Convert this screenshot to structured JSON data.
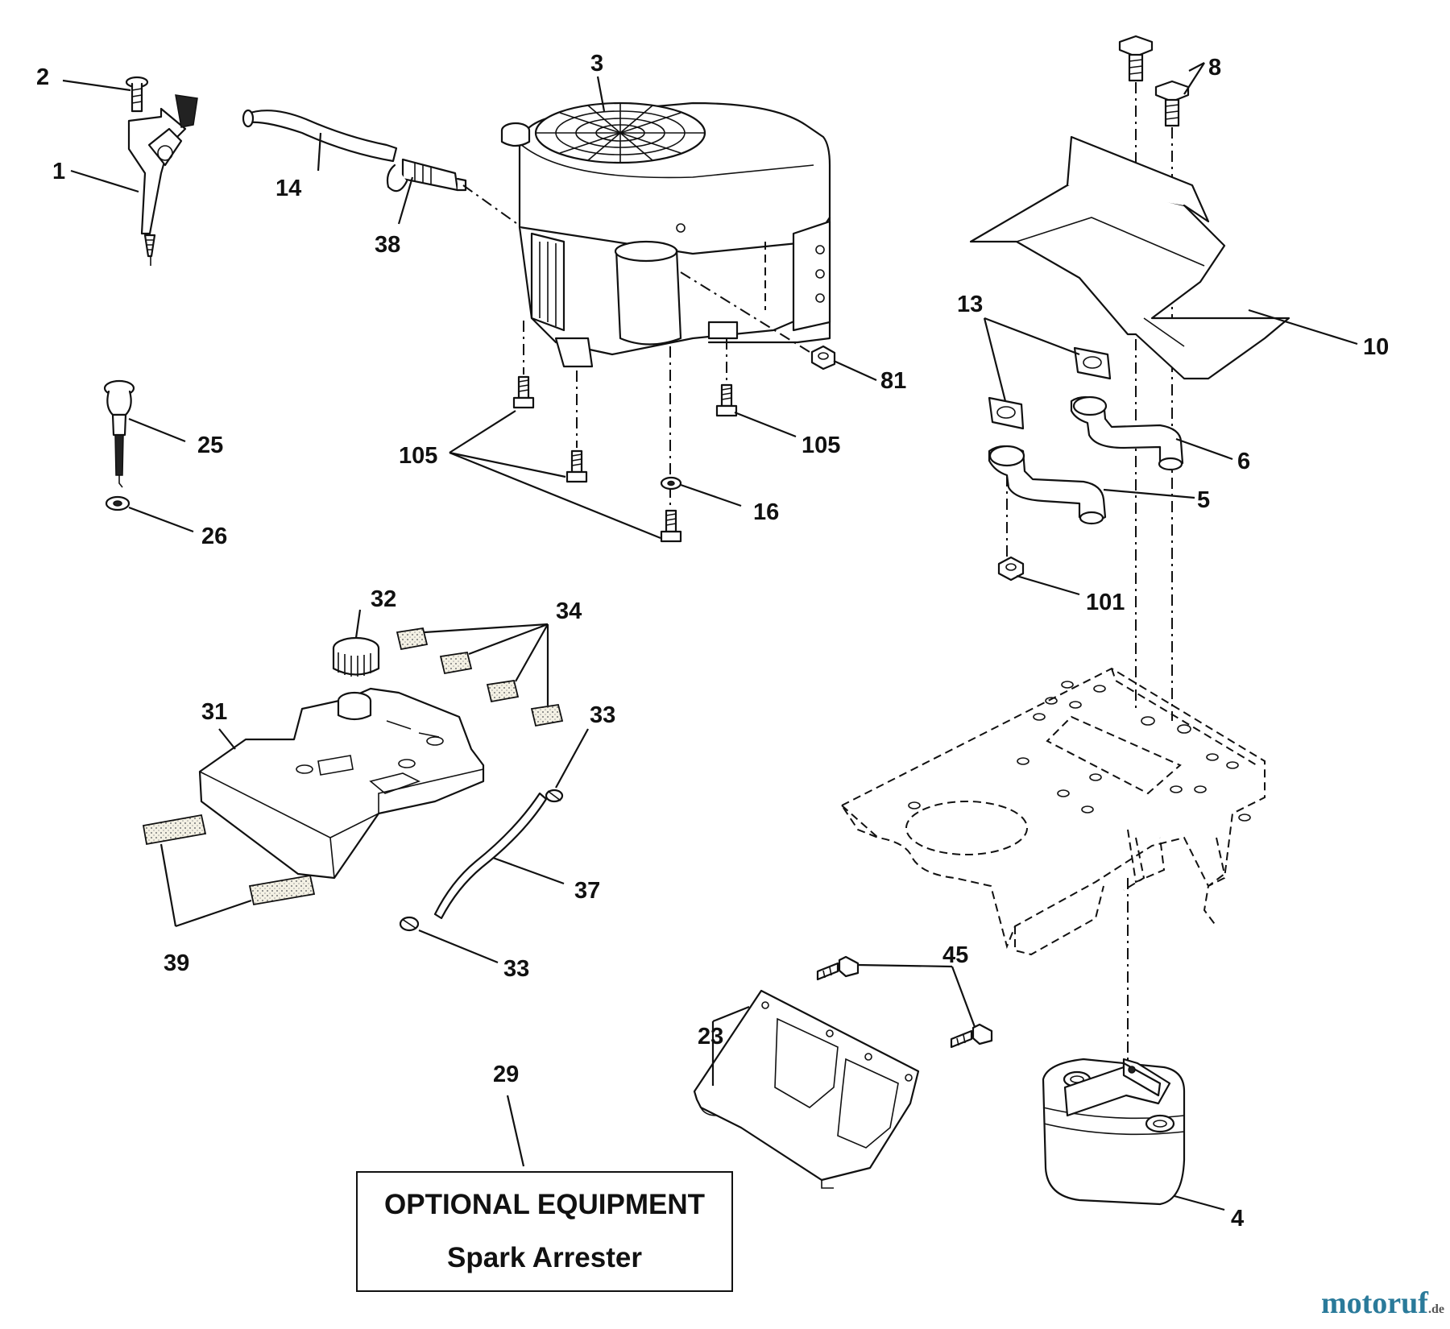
{
  "callouts": [
    {
      "id": "c1",
      "label": "1"
    },
    {
      "id": "c2",
      "label": "2"
    },
    {
      "id": "c3",
      "label": "3"
    },
    {
      "id": "c4",
      "label": "4"
    },
    {
      "id": "c5",
      "label": "5"
    },
    {
      "id": "c6",
      "label": "6"
    },
    {
      "id": "c8",
      "label": "8"
    },
    {
      "id": "c10",
      "label": "10"
    },
    {
      "id": "c13",
      "label": "13"
    },
    {
      "id": "c14",
      "label": "14"
    },
    {
      "id": "c16",
      "label": "16"
    },
    {
      "id": "c23",
      "label": "23"
    },
    {
      "id": "c25",
      "label": "25"
    },
    {
      "id": "c26",
      "label": "26"
    },
    {
      "id": "c29",
      "label": "29"
    },
    {
      "id": "c31",
      "label": "31"
    },
    {
      "id": "c32",
      "label": "32"
    },
    {
      "id": "c33a",
      "label": "33"
    },
    {
      "id": "c33b",
      "label": "33"
    },
    {
      "id": "c34",
      "label": "34"
    },
    {
      "id": "c37",
      "label": "37"
    },
    {
      "id": "c38",
      "label": "38"
    },
    {
      "id": "c39",
      "label": "39"
    },
    {
      "id": "c45",
      "label": "45"
    },
    {
      "id": "c81",
      "label": "81"
    },
    {
      "id": "c101",
      "label": "101"
    },
    {
      "id": "c105a",
      "label": "105"
    },
    {
      "id": "c105b",
      "label": "105"
    }
  ],
  "note": {
    "title": "OPTIONAL EQUIPMENT",
    "subtitle": "Spark Arrester"
  },
  "watermark": {
    "brand": "motoruf",
    "suffix": ".de"
  }
}
